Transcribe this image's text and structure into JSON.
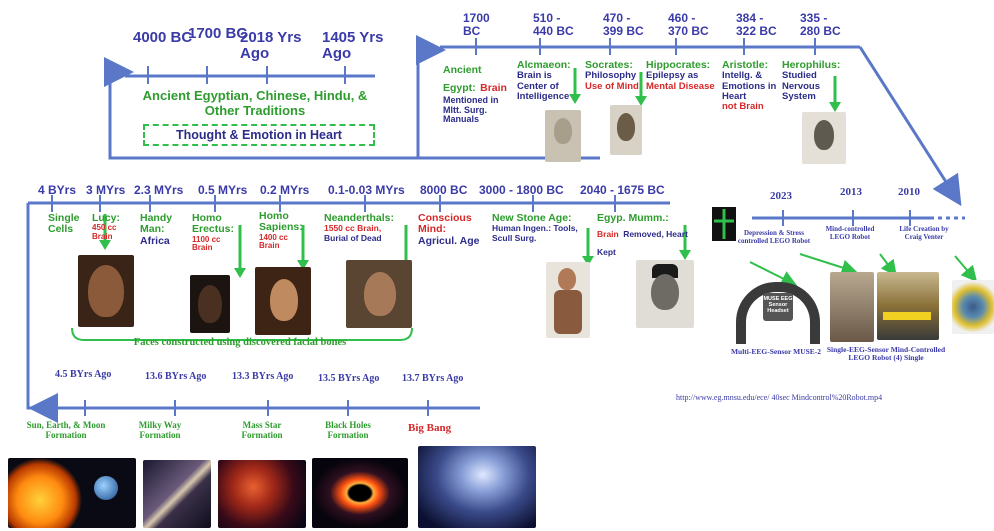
{
  "top_left_timeline": {
    "dates": [
      "4000 BC",
      "1700 BC",
      "2018 Yrs Ago",
      "1405 Yrs Ago"
    ],
    "title": "Ancient Egyptian, Chinese, Hindu, & Other Traditions",
    "box": "Thought & Emotion in Heart"
  },
  "top_right_timeline": {
    "dates": [
      "1700 BC",
      "510 - 440 BC",
      "470 - 399 BC",
      "460 - 370 BC",
      "384 - 322 BC",
      "335 - 280 BC"
    ],
    "entries": [
      {
        "name": "Ancient Egypt:",
        "red": "Brain",
        "rest": "Mentioned in Mltt. Surg. Manuals"
      },
      {
        "name": "Alcmaeon:",
        "red": "",
        "rest": "Brain is Center of Intelligence"
      },
      {
        "name": "Socrates:",
        "red": "Use of Mind",
        "rest": "Philosophy"
      },
      {
        "name": "Hippocrates:",
        "red": "Mental Disease",
        "rest": "Epilepsy as"
      },
      {
        "name": "Aristotle:",
        "red": "not Brain",
        "rest": "Intellg. & Emotions in Heart"
      },
      {
        "name": "Herophilus:",
        "red": "",
        "rest": "Studied Nervous System"
      }
    ]
  },
  "middle_timeline": {
    "dates": [
      "4 BYrs",
      "3 MYrs",
      "2.3 MYrs",
      "0.5 MYrs",
      "0.2 MYrs",
      "0.1-0.03 MYrs",
      "8000 BC",
      "3000 - 1800 BC",
      "2040 - 1675 BC"
    ],
    "entries": [
      {
        "name": "Single Cells",
        "red": "",
        "rest": ""
      },
      {
        "name": "Lucy:",
        "red": "450 cc Brain",
        "rest": ""
      },
      {
        "name": "Handy Man:",
        "red": "",
        "rest": "Africa"
      },
      {
        "name": "Homo Erectus:",
        "red": "1100 cc Brain",
        "rest": ""
      },
      {
        "name": "Homo Sapiens:",
        "red": "1400 cc Brain",
        "rest": ""
      },
      {
        "name": "Neanderthals:",
        "red": "1550 cc Brain,",
        "rest": "Burial of Dead"
      },
      {
        "name": "Conscious Mind:",
        "red": "",
        "rest": "Agricul. Age"
      },
      {
        "name": "New Stone Age:",
        "red": "",
        "rest": "Human Ingen.: Tools, Scull Surg."
      },
      {
        "name": "Egyp. Mumm.:",
        "red": "Brain",
        "rest": "Removed, Heart Kept"
      }
    ],
    "faces_note": "Faces constructed using discovered facial bones"
  },
  "bottom_timeline": {
    "dates": [
      "4.5 BYrs Ago",
      "13.6 BYrs Ago",
      "13.3 BYrs Ago",
      "13.5 BYrs Ago",
      "13.7 BYrs Ago"
    ],
    "labels": [
      "Sun, Earth, & Moon Formation",
      "Milky Way Formation",
      "Mass Star Formation",
      "Black Holes Formation",
      "Big Bang"
    ]
  },
  "right_timeline": {
    "dates": [
      "2023",
      "2013",
      "2010"
    ],
    "labels": [
      "Depression & Stress controlled LEGO Robot",
      "Mind-controlled LEGO Robot",
      "Life Creation by Craig Venter"
    ],
    "robot1": "Multi-EEG-Sensor MUSE-2",
    "robot2": "Single-EEG-Sensor Mind-Controlled LEGO Robot (4) Single",
    "headset_text": "MUSE EEG Sensor Headset"
  },
  "url": "http://www.eg.mnsu.edu/ece/ 40sec Mindcontrol%20Robot.mp4",
  "colors": {
    "timeline_blue": "#5b78c8",
    "date_blue": "#3a3aa8",
    "green": "#2e9c2e",
    "red": "#d62828",
    "arrow_green": "#2fbf4a"
  }
}
